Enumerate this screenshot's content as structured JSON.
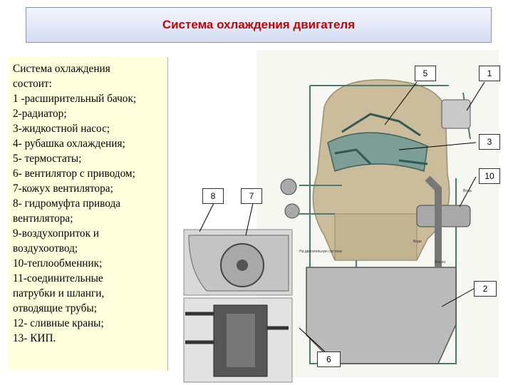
{
  "slide": {
    "title": "Система охлаждения двигателя"
  },
  "description": {
    "lines": [
      "Система охлаждения",
      "состоит:",
      " 1 -расширительный бачок;",
      "2-радиатор;",
      "3-жидкостной насос;",
      "4- рубашка охлаждения;",
      "5- термостаты;",
      "6- вентилятор с приводом;",
      "7-кожух вентилятора;",
      "8- гидромуфта привода",
      "вентилятора;",
      " 9-воздухоприток и",
      "воздухоотвод;",
      " 10-теплообменник;",
      " 11-соединительные",
      "патрубки и шланги,",
      "отводящие трубы;",
      "12- сливные краны;",
      "13- КИП."
    ]
  },
  "callouts": {
    "c5": "5",
    "c1": "1",
    "c3": "3",
    "c10": "10",
    "c8": "8",
    "c7": "7",
    "c2": "2",
    "c6": "6"
  },
  "diagram_notes": {
    "n1": "Вода",
    "n2": "Вода",
    "n3": "Масло",
    "n4": "На двигательную систему"
  },
  "colors": {
    "title_text": "#c80000",
    "panel_bg": "#ffffdd",
    "engine_body": "#cbbd9c",
    "pipes": "#4a7a70"
  }
}
